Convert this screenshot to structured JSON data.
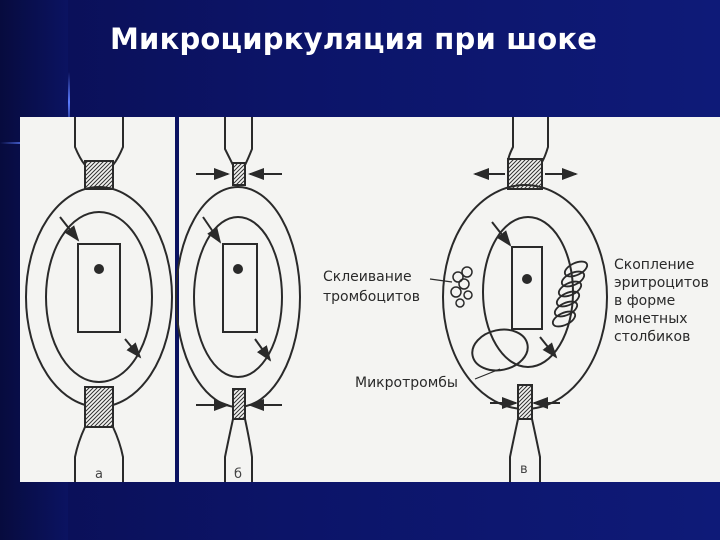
{
  "slide": {
    "title": "Микроциркуляция при шоке"
  },
  "figure": {
    "panels": [
      {
        "letter": "а"
      },
      {
        "letter": "б"
      },
      {
        "letter": "в"
      }
    ],
    "labels": {
      "platelet_line1": "Склеивание",
      "platelet_line2": "тромбоцитов",
      "rbc_line1": "Скопление",
      "rbc_line2": "эритроцитов",
      "rbc_line3": "в форме",
      "rbc_line4": "монетных",
      "rbc_line5": "столбиков",
      "microthrombi": "Микротромбы"
    }
  },
  "colors": {
    "background": "#0b1361",
    "title": "#ffffff",
    "figure_paper": "#f4f4f2",
    "ink": "#2a2a2a"
  }
}
